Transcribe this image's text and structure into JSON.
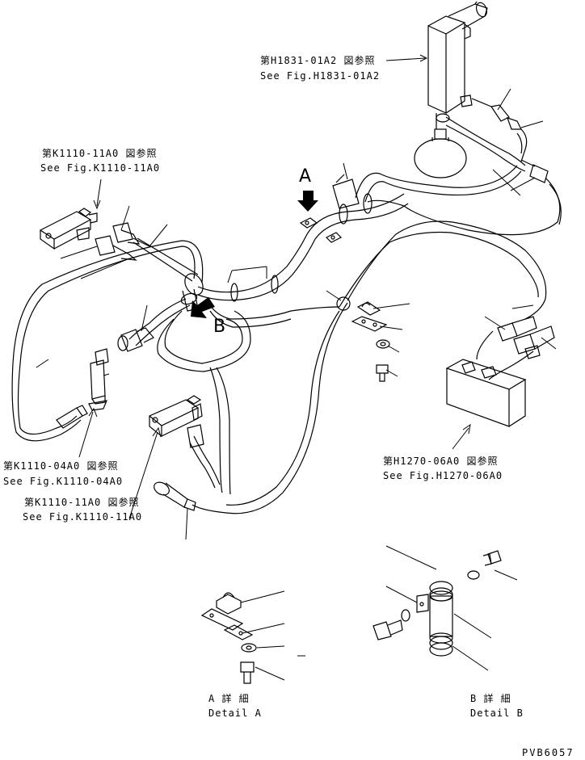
{
  "references": {
    "h1831": {
      "jp": "第H1831-01A2 図参照",
      "en": "See Fig.H1831-01A2"
    },
    "k1110_top": {
      "jp": "第K1110-11A0 図参照",
      "en": "See Fig.K1110-11A0"
    },
    "k1110_04": {
      "jp": "第K1110-04A0 図参照",
      "en": "See Fig.K1110-04A0"
    },
    "k1110_bottom": {
      "jp": "第K1110-11A0 図参照",
      "en": "See Fig.K1110-11A0"
    },
    "h1270": {
      "jp": "第H1270-06A0 図参照",
      "en": "See Fig.H1270-06A0"
    }
  },
  "view_markers": {
    "a": "A",
    "b": "B"
  },
  "details": {
    "a": {
      "jp": "A 詳 細",
      "en": "Detail A"
    },
    "b": {
      "jp": "B 詳 細",
      "en": "Detail B"
    }
  },
  "drawing_code": "PVB6057"
}
